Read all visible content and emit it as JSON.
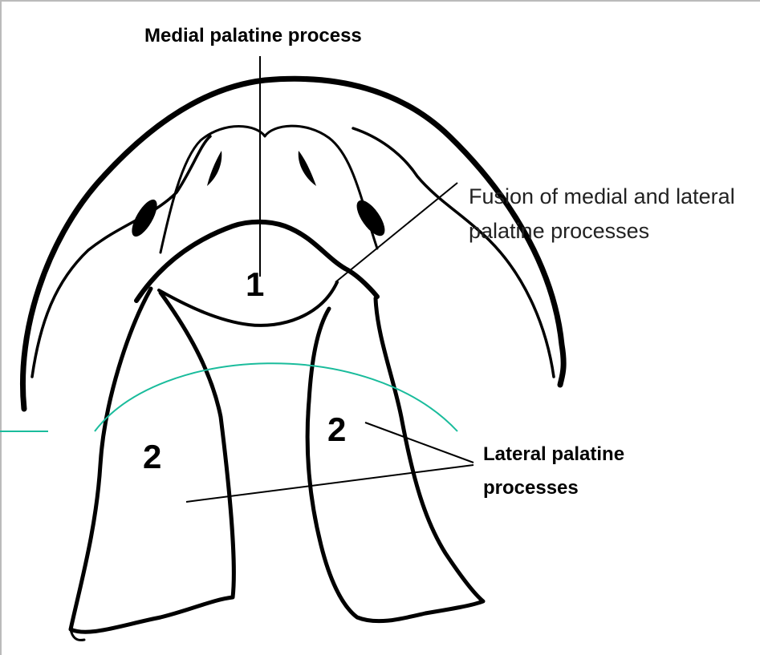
{
  "labels": {
    "medial": "Medial palatine process",
    "fusion_line1": "Fusion of medial and lateral",
    "fusion_line2": "palatine processes",
    "lateral_line1": "Lateral palatine",
    "lateral_line2": "processes"
  },
  "markers": {
    "medial_number": "1",
    "lateral_left_number": "2",
    "lateral_right_number": "2"
  },
  "colors": {
    "outline": "#000000",
    "section_arc": "#1abc9c",
    "frame_border": "#bbbbbb"
  }
}
